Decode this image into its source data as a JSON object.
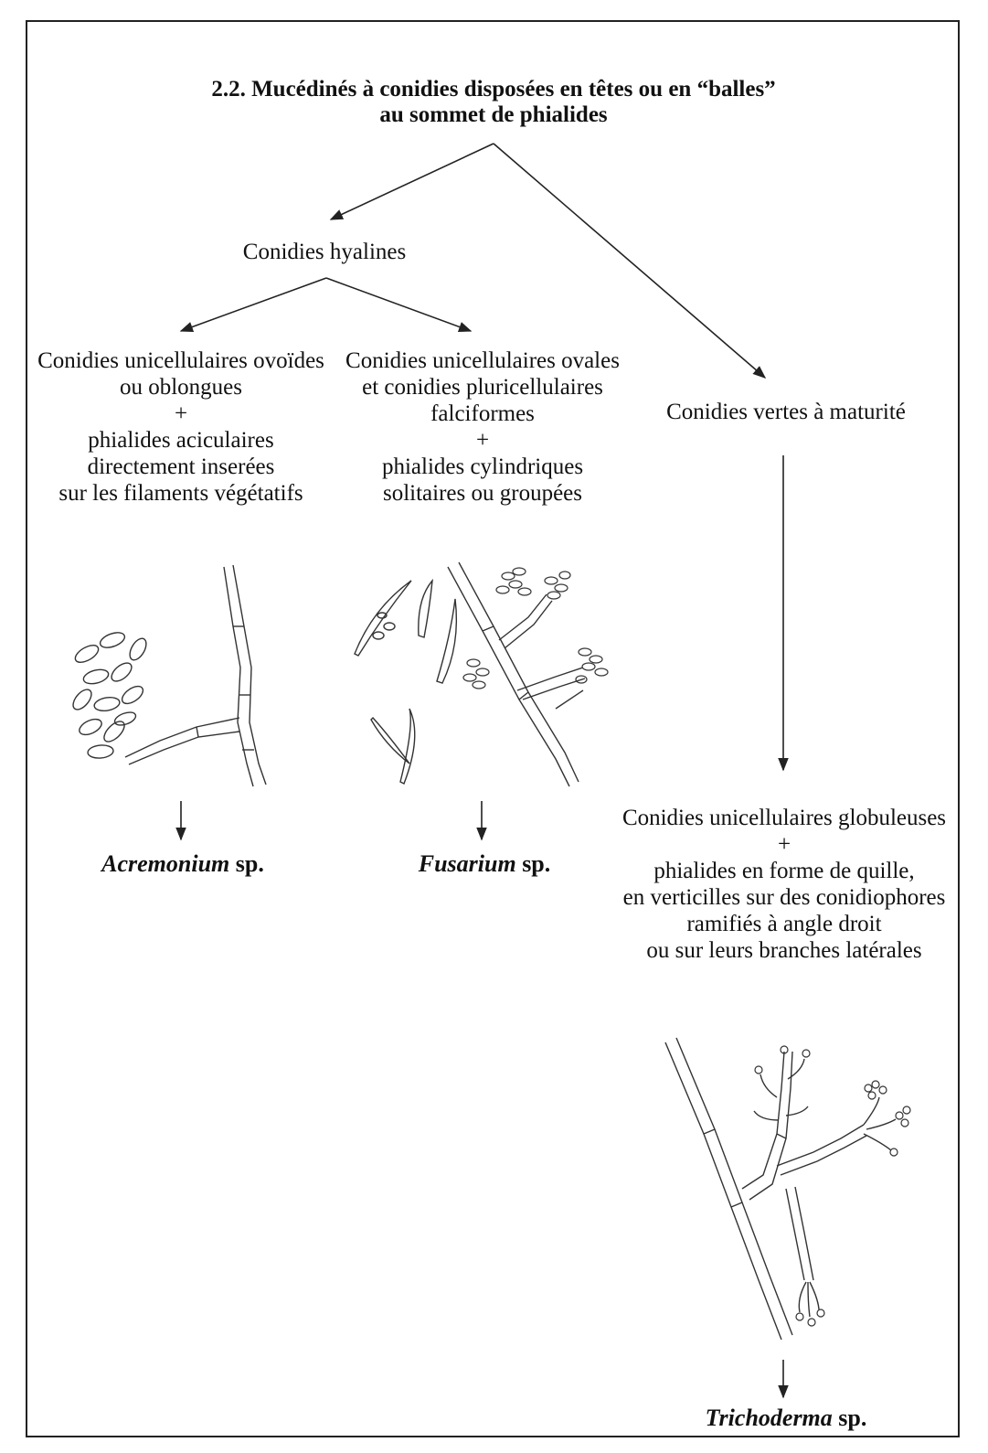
{
  "title": {
    "line1": "2.2. Mucédinés à conidies disposées en têtes ou en “balles”",
    "line2": "au sommet de phialides"
  },
  "nodes": {
    "hyalines": "Conidies hyalines",
    "vertes": "Conidies vertes à maturité",
    "acremonium_desc": [
      "Conidies unicellulaires ovoïdes",
      "ou oblongues",
      "+",
      "phialides aciculaires",
      "directement inserées",
      "sur les filaments végétatifs"
    ],
    "fusarium_desc": [
      "Conidies unicellulaires ovales",
      "et conidies pluricellulaires",
      "falciformes",
      "+",
      "phialides cylindriques",
      "solitaires ou groupées"
    ],
    "trichoderma_desc": [
      "Conidies unicellulaires globuleuses",
      "+",
      "phialides en forme de quille,",
      "en verticilles sur des conidiophores",
      "ramifiés à angle droit",
      "ou sur leurs branches latérales"
    ]
  },
  "taxa": {
    "acremonium": {
      "genus": "Acremonium",
      "suffix": " sp."
    },
    "fusarium": {
      "genus": "Fusarium",
      "suffix": " sp."
    },
    "trichoderma": {
      "genus": "Trichoderma",
      "suffix": " sp."
    }
  },
  "illustrations": {
    "acremonium": "acremonium-drawing",
    "fusarium": "fusarium-drawing",
    "trichoderma": "trichoderma-drawing"
  },
  "colors": {
    "line": "#222222",
    "background": "#ffffff"
  }
}
